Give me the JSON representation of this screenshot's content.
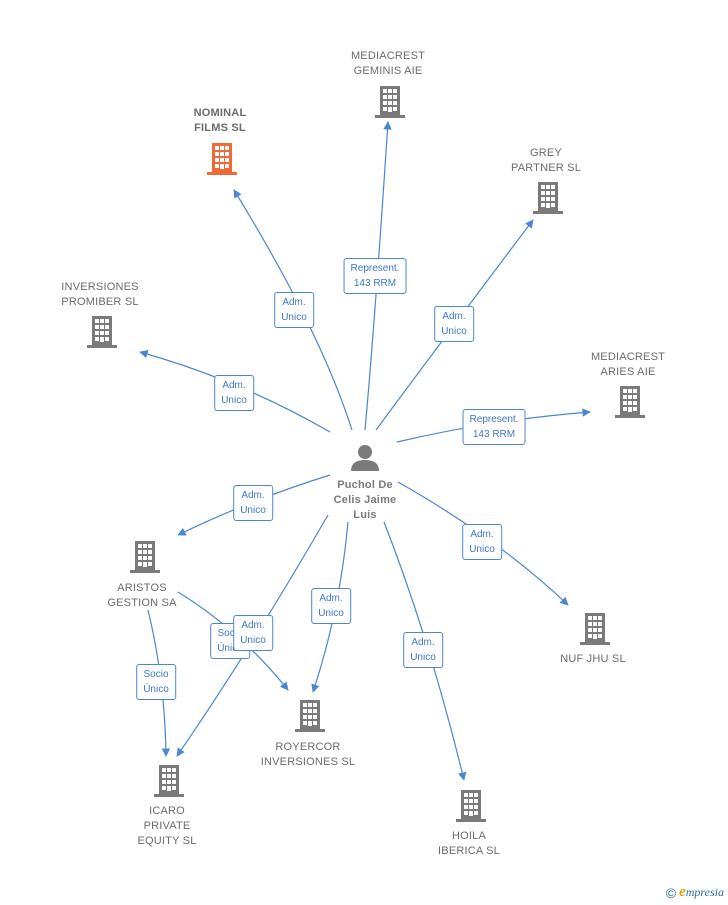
{
  "center": {
    "label": "Puchol De\nCelis Jaime\nLuis",
    "icon": "person-icon"
  },
  "colors": {
    "edge": "#4a86d4",
    "building": "#7a7a7a",
    "highlight": "#f06a35"
  },
  "nodes": [
    {
      "id": "mediacrest-geminis",
      "label": "MEDIACREST\nGEMINIS AIE",
      "highlight": false
    },
    {
      "id": "nominal-films",
      "label": "NOMINAL\nFILMS SL",
      "highlight": true
    },
    {
      "id": "grey-partner",
      "label": "GREY\nPARTNER SL",
      "highlight": false
    },
    {
      "id": "inversiones-promiber",
      "label": "INVERSIONES\nPROMIBER SL",
      "highlight": false
    },
    {
      "id": "mediacrest-aries",
      "label": "MEDIACREST\nARIES AIE",
      "highlight": false
    },
    {
      "id": "aristos-gestion",
      "label": "ARISTOS\nGESTION SA",
      "highlight": false
    },
    {
      "id": "nuf-jhu",
      "label": "NUF JHU SL",
      "highlight": false
    },
    {
      "id": "royercor",
      "label": "ROYERCOR\nINVERSIONES SL",
      "highlight": false
    },
    {
      "id": "icaro",
      "label": "ICARO\nPRIVATE\nEQUITY SL",
      "highlight": false
    },
    {
      "id": "hoila",
      "label": "HOILA\nIBERICA SL",
      "highlight": false
    }
  ],
  "edges": [
    {
      "id": "e-geminis",
      "label": "Represent.\n143 RRM"
    },
    {
      "id": "e-nominal",
      "label": "Adm.\nUnico"
    },
    {
      "id": "e-grey",
      "label": "Adm.\nUnico"
    },
    {
      "id": "e-promiber",
      "label": "Adm.\nUnico"
    },
    {
      "id": "e-aries",
      "label": "Represent.\n143 RRM"
    },
    {
      "id": "e-aristos",
      "label": "Adm.\nUnico"
    },
    {
      "id": "e-nuf",
      "label": "Adm.\nUnico"
    },
    {
      "id": "e-royercor",
      "label": "Adm.\nUnico"
    },
    {
      "id": "e-icaro",
      "label": "Adm.\nUnico"
    },
    {
      "id": "e-hoila",
      "label": "Adm.\nUnico"
    },
    {
      "id": "e-aristos-icaro",
      "label": "Socio\nÚnico"
    },
    {
      "id": "e-aristos-royercor",
      "label": "Socio\nÚnico"
    }
  ],
  "footer": {
    "copyright": "©",
    "brand_first": "e",
    "brand_rest": "mpresia"
  }
}
